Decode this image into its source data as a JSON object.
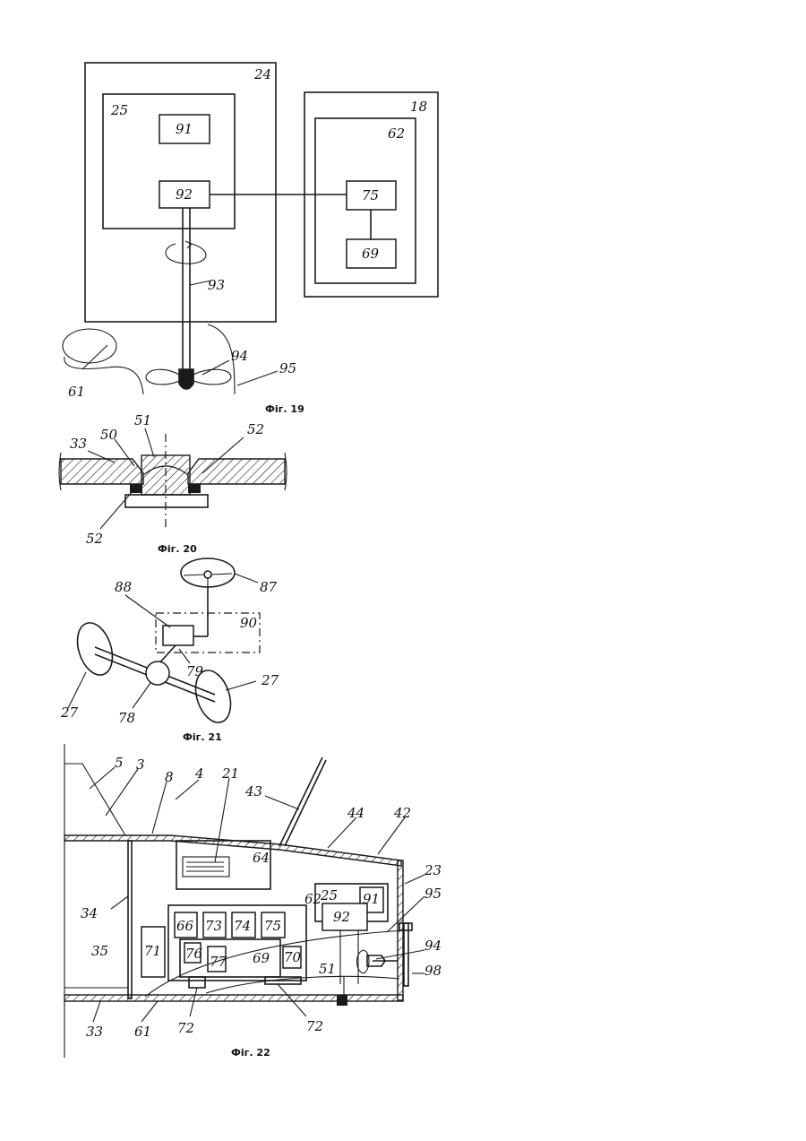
{
  "figures": [
    {
      "caption": "Фіг. 19",
      "labels": {
        "n24": "24",
        "n25": "25",
        "n91": "91",
        "n92": "92",
        "n18": "18",
        "n62": "62",
        "n75": "75",
        "n69": "69",
        "n93": "93",
        "n94": "94",
        "n95": "95",
        "n61": "61"
      }
    },
    {
      "caption": "Фіг. 20",
      "labels": {
        "n33": "33",
        "n50": "50",
        "n51": "51",
        "n52a": "52",
        "n52b": "52"
      }
    },
    {
      "caption": "Фіг. 21",
      "labels": {
        "n87": "87",
        "n88": "88",
        "n90": "90",
        "n79": "79",
        "n27a": "27",
        "n27b": "27",
        "n78": "78"
      }
    },
    {
      "caption": "Фіг. 22",
      "labels": {
        "n5": "5",
        "n3": "3",
        "n8": "8",
        "n4": "4",
        "n21": "21",
        "n43": "43",
        "n44": "44",
        "n42": "42",
        "n23": "23",
        "n64": "64",
        "n34": "34",
        "n25": "25",
        "n91": "91",
        "n92": "92",
        "n62": "62",
        "n95": "95",
        "n66": "66",
        "n73": "73",
        "n74": "74",
        "n75": "75",
        "n71": "71",
        "n76": "76",
        "n77": "77",
        "n69": "69",
        "n70": "70",
        "n94": "94",
        "n35": "35",
        "n51": "51",
        "n98": "98",
        "n33": "33",
        "n61": "61",
        "n72a": "72",
        "n72b": "72"
      }
    }
  ]
}
